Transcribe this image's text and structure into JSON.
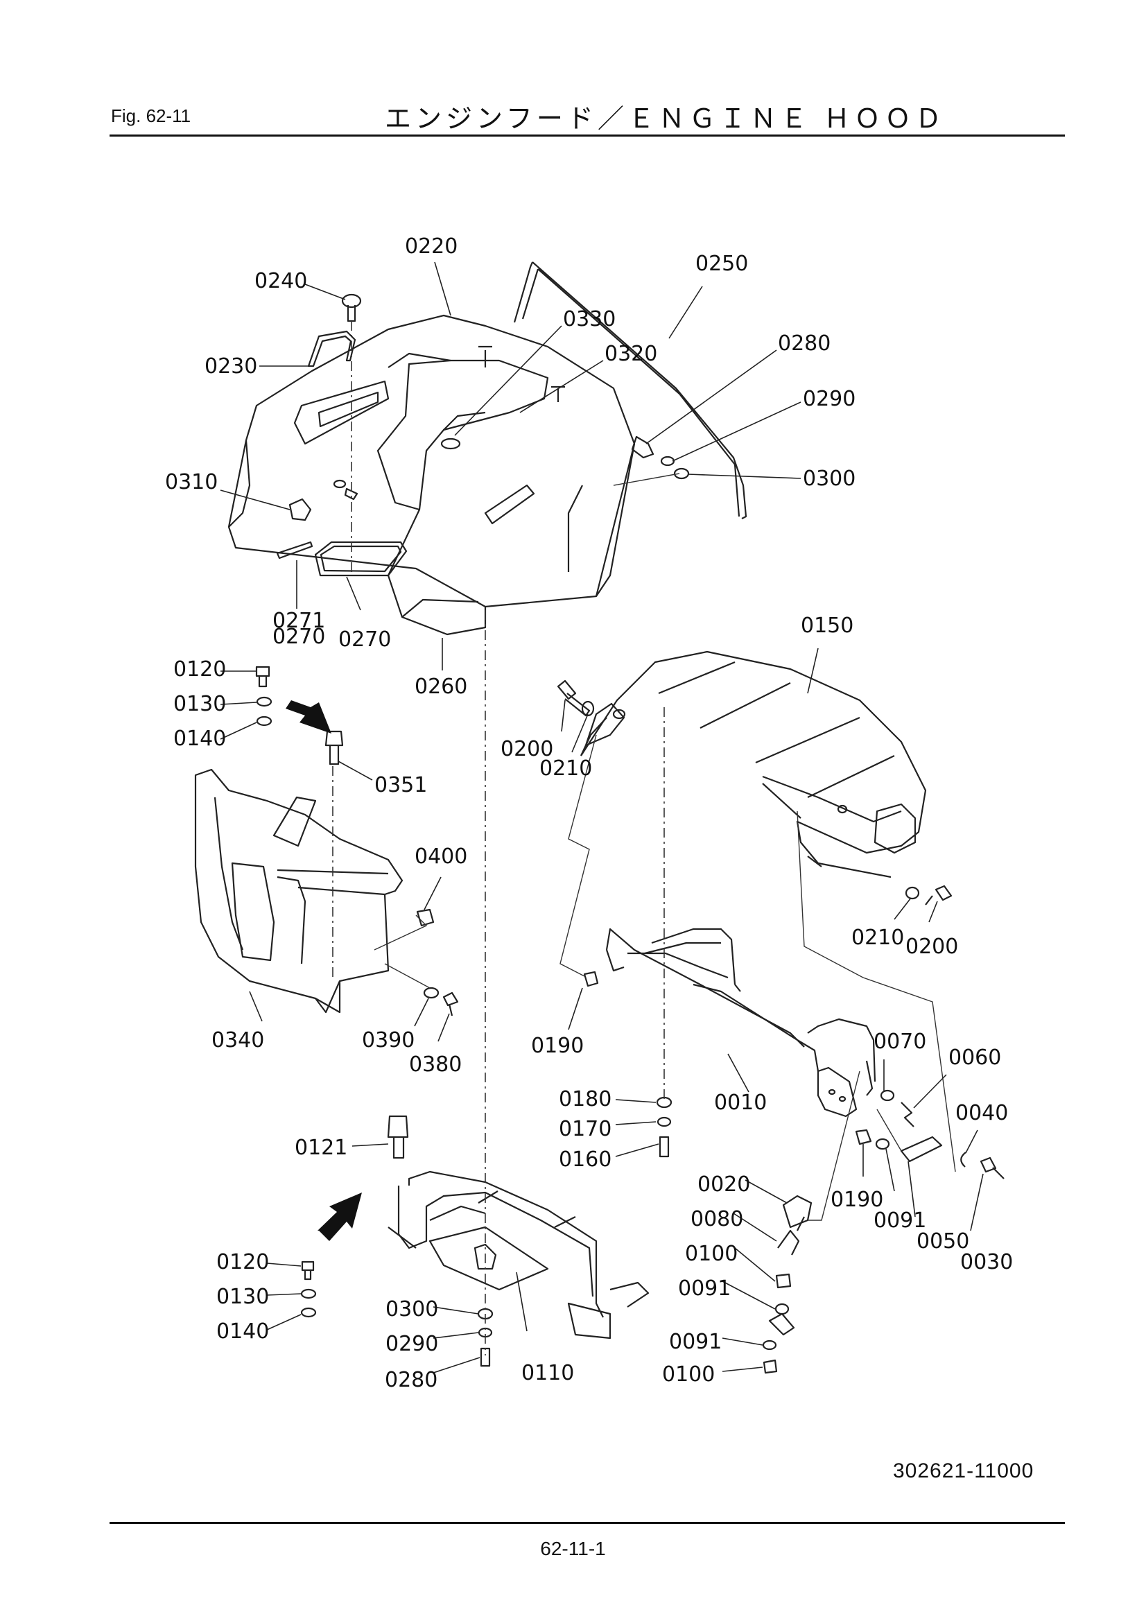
{
  "header": {
    "fig": "Fig.  62-11",
    "title": "エンジンフード／ＥＮＧＩＮＥ ＨＯＯＤ"
  },
  "drawing_number": "302621-11000",
  "page_number": "62-11-1",
  "callouts": [
    {
      "id": "c0220",
      "text": "0220"
    },
    {
      "id": "c0240",
      "text": "0240"
    },
    {
      "id": "c0250",
      "text": "0250"
    },
    {
      "id": "c0330",
      "text": "0330"
    },
    {
      "id": "c0320",
      "text": "0320"
    },
    {
      "id": "c0230",
      "text": "0230"
    },
    {
      "id": "c0280a",
      "text": "0280"
    },
    {
      "id": "c0290a",
      "text": "0290"
    },
    {
      "id": "c0300a",
      "text": "0300"
    },
    {
      "id": "c0310",
      "text": "0310"
    },
    {
      "id": "c0271",
      "text": "0271"
    },
    {
      "id": "c0270a",
      "text": "0270"
    },
    {
      "id": "c0270b",
      "text": "0270"
    },
    {
      "id": "c0260",
      "text": "0260"
    },
    {
      "id": "c0150",
      "text": "0150"
    },
    {
      "id": "c0120a",
      "text": "0120"
    },
    {
      "id": "c0130a",
      "text": "0130"
    },
    {
      "id": "c0140a",
      "text": "0140"
    },
    {
      "id": "c0351",
      "text": "0351"
    },
    {
      "id": "c0200a",
      "text": "0200"
    },
    {
      "id": "c0210a",
      "text": "0210"
    },
    {
      "id": "c0400",
      "text": "0400"
    },
    {
      "id": "c0210b",
      "text": "0210"
    },
    {
      "id": "c0200b",
      "text": "0200"
    },
    {
      "id": "c0340",
      "text": "0340"
    },
    {
      "id": "c0390",
      "text": "0390"
    },
    {
      "id": "c0380",
      "text": "0380"
    },
    {
      "id": "c0190a",
      "text": "0190"
    },
    {
      "id": "c0070",
      "text": "0070"
    },
    {
      "id": "c0060",
      "text": "0060"
    },
    {
      "id": "c0180",
      "text": "0180"
    },
    {
      "id": "c0010",
      "text": "0010"
    },
    {
      "id": "c0040",
      "text": "0040"
    },
    {
      "id": "c0170",
      "text": "0170"
    },
    {
      "id": "c0121",
      "text": "0121"
    },
    {
      "id": "c0160",
      "text": "0160"
    },
    {
      "id": "c0020",
      "text": "0020"
    },
    {
      "id": "c0190b",
      "text": "0190"
    },
    {
      "id": "c0091a",
      "text": "0091"
    },
    {
      "id": "c0080",
      "text": "0080"
    },
    {
      "id": "c0050",
      "text": "0050"
    },
    {
      "id": "c0030",
      "text": "0030"
    },
    {
      "id": "c0100a",
      "text": "0100"
    },
    {
      "id": "c0120b",
      "text": "0120"
    },
    {
      "id": "c0091b",
      "text": "0091"
    },
    {
      "id": "c0130b",
      "text": "0130"
    },
    {
      "id": "c0300b",
      "text": "0300"
    },
    {
      "id": "c0140b",
      "text": "0140"
    },
    {
      "id": "c0091c",
      "text": "0091"
    },
    {
      "id": "c0290b",
      "text": "0290"
    },
    {
      "id": "c0110",
      "text": "0110"
    },
    {
      "id": "c0100b",
      "text": "0100"
    },
    {
      "id": "c0280b",
      "text": "0280"
    }
  ]
}
